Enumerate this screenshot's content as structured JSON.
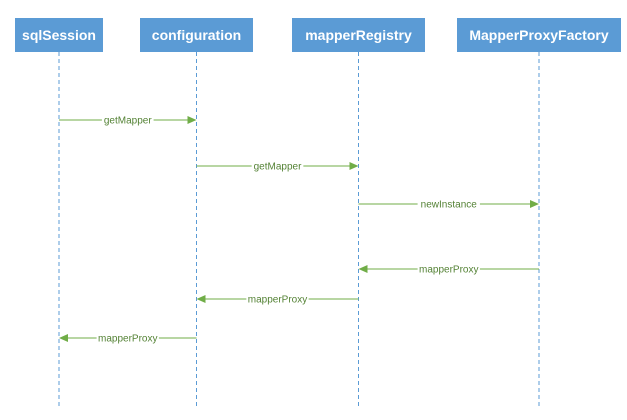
{
  "colors": {
    "participant_fill": "#5b9bd5",
    "lifeline": "#5b9bd5",
    "message": "#70ad47",
    "message_text": "#548235",
    "label_bg": "#ffffff"
  },
  "participants": [
    {
      "id": "sqlSession",
      "label": "sqlSession"
    },
    {
      "id": "configuration",
      "label": "configuration"
    },
    {
      "id": "mapperRegistry",
      "label": "mapperRegistry"
    },
    {
      "id": "mapperProxyFactory",
      "label": "MapperProxyFactory"
    }
  ],
  "messages": [
    {
      "from": 0,
      "to": 1,
      "label": "getMapper"
    },
    {
      "from": 1,
      "to": 2,
      "label": "getMapper"
    },
    {
      "from": 2,
      "to": 3,
      "label": "newInstance"
    },
    {
      "from": 3,
      "to": 2,
      "label": "mapperProxy"
    },
    {
      "from": 2,
      "to": 1,
      "label": "mapperProxy"
    },
    {
      "from": 1,
      "to": 0,
      "label": "mapperProxy"
    }
  ]
}
